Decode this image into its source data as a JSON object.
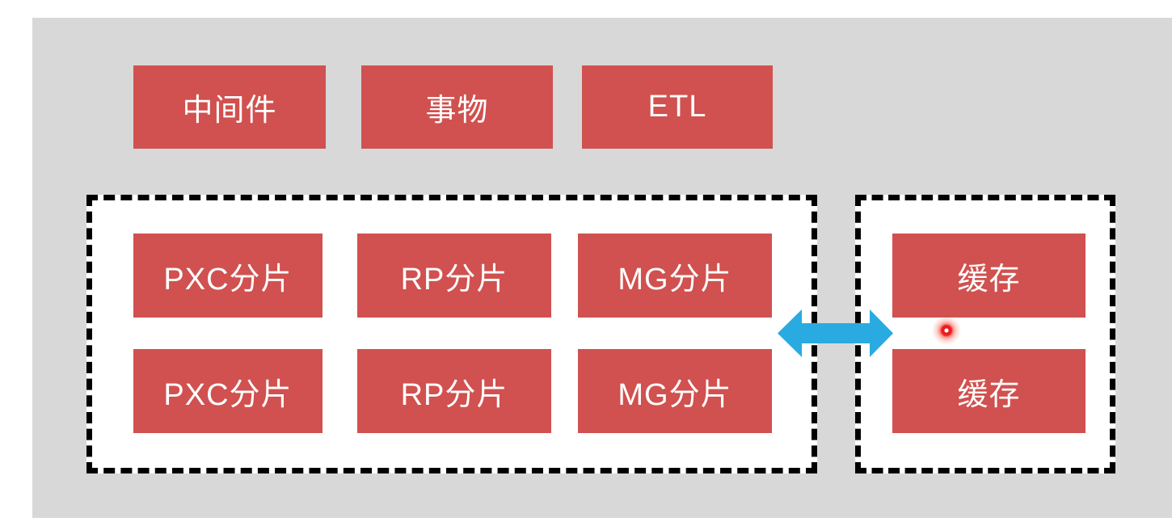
{
  "diagram": {
    "top_row": [
      {
        "id": "middleware",
        "label": "中间件"
      },
      {
        "id": "transaction",
        "label": "事物"
      },
      {
        "id": "etl",
        "label": "ETL"
      }
    ],
    "shard_group": {
      "rows": [
        [
          {
            "label": "PXC分片"
          },
          {
            "label": "RP分片"
          },
          {
            "label": "MG分片"
          }
        ],
        [
          {
            "label": "PXC分片"
          },
          {
            "label": "RP分片"
          },
          {
            "label": "MG分片"
          }
        ]
      ]
    },
    "cache_group": {
      "boxes": [
        {
          "label": "缓存"
        },
        {
          "label": "缓存"
        }
      ]
    },
    "connector": {
      "type": "double-headed-arrow",
      "direction": "horizontal"
    },
    "pointer": {
      "type": "laser-pointer-dot"
    }
  },
  "colors": {
    "box_red": "#d0514f",
    "stage_gray": "#d8d8d8",
    "arrow_blue": "#29abe2",
    "dash_black": "#000000",
    "text_white": "#ffffff",
    "laser_red": "#ec1c1c"
  }
}
